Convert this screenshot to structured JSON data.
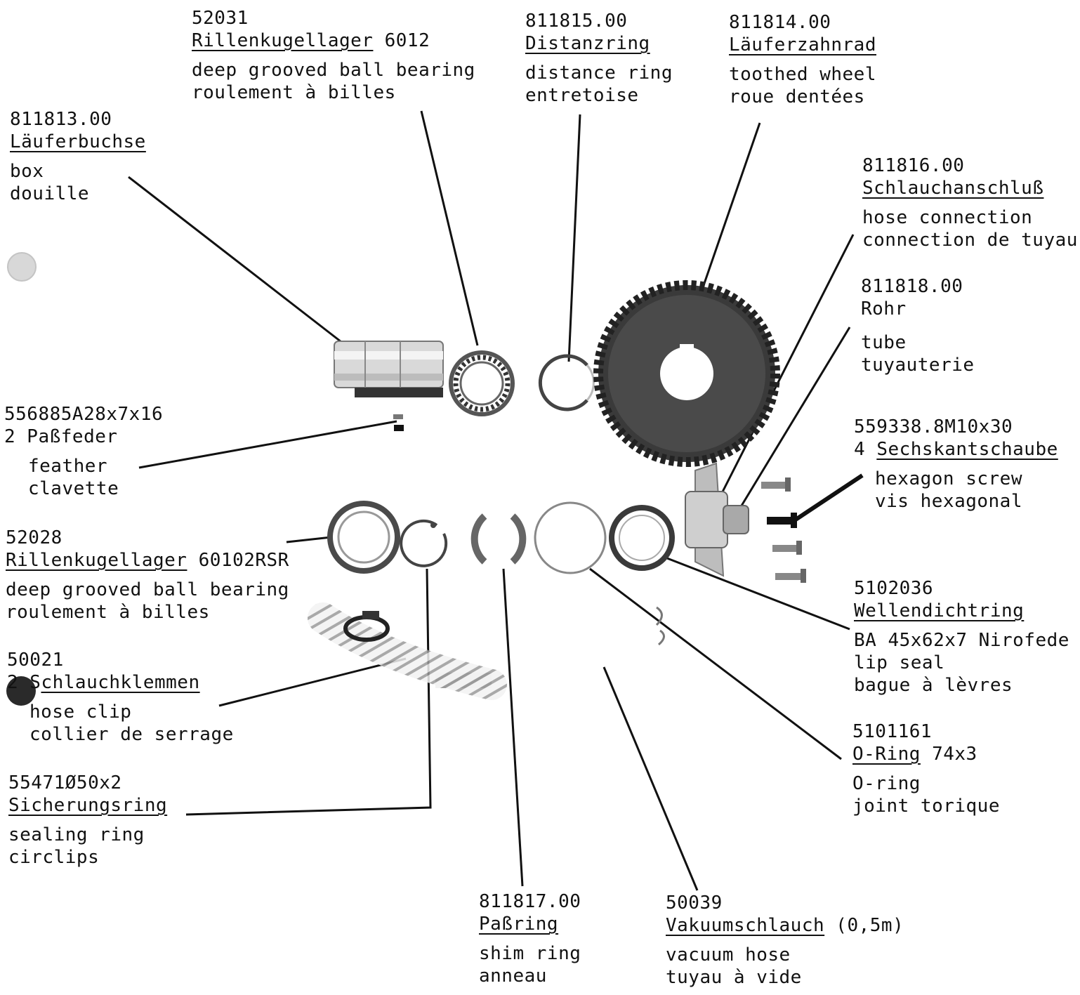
{
  "parts": {
    "ball_bearing_6012": {
      "number": "52031",
      "name": "Rillenkugellager",
      "suffix": " 6012",
      "en": "deep grooved ball bearing",
      "fr": "roulement à billes"
    },
    "distance_ring": {
      "number": "811815.00",
      "name": "Distanzring",
      "en": "distance ring",
      "fr": "entretoise"
    },
    "toothed_wheel": {
      "number": "811814.00",
      "name": "Läuferzahnrad",
      "en": "toothed wheel",
      "fr": "roue dentées"
    },
    "rotor_bush": {
      "number": "811813.00",
      "name": "Läuferbuchse",
      "en": "box",
      "fr": "douille"
    },
    "hose_connection": {
      "number": "811816.00",
      "name": "Schlauchanschluß",
      "en": "hose connection",
      "fr": "connection de tuyau"
    },
    "tube": {
      "number": "811818.00",
      "name": "Rohr",
      "en": "tube",
      "fr": "tuyauterie"
    },
    "feather_key": {
      "number": "556885A28x7x16",
      "name": "2 Paßfeder",
      "en": "feather",
      "fr": "clavette"
    },
    "hexagon_screw": {
      "number": "559338.8M10x30",
      "prefix": "4 ",
      "name": "Sechskantschaube",
      "en": "hexagon screw",
      "fr": "vis hexagonal"
    },
    "ball_bearing_60102rsr": {
      "number": "52028",
      "name": "Rillenkugellager",
      "suffix": " 60102RSR",
      "en": "deep grooved ball bearing",
      "fr": "roulement à billes"
    },
    "lip_seal": {
      "number": "5102036",
      "name": "Wellendichtring",
      "spec": "BA 45x62x7 Nirofede",
      "en": "lip seal",
      "fr": "bague à lèvres"
    },
    "hose_clip": {
      "number": "50021",
      "prefix": "2 S",
      "name": "chlauchklemmen",
      "en": "hose clip",
      "fr": "collier de serrage"
    },
    "o_ring": {
      "number": "5101161",
      "name": "O-Ring",
      "suffix": " 74x3",
      "en": "O-ring",
      "fr": "joint torique"
    },
    "circlip": {
      "number": "55471Ø50x2",
      "name": "Sicherungsring",
      "en": "sealing ring",
      "fr": "circlips"
    },
    "shim_ring": {
      "number": "811817.00",
      "name": "Paßring",
      "en": "shim ring",
      "fr": "anneau"
    },
    "vacuum_hose": {
      "number": "50039",
      "name": "Vakuumschlauch",
      "suffix": " (0,5m)",
      "en": "vacuum hose",
      "fr": "tuyau à vide"
    }
  }
}
